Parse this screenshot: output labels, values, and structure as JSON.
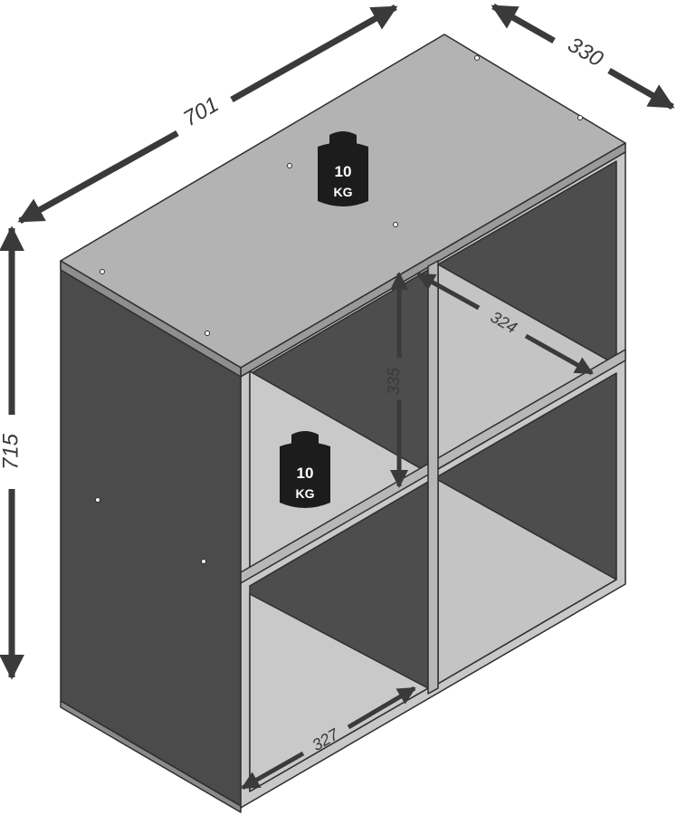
{
  "dimensions": {
    "width": "701",
    "depth": "330",
    "height": "715",
    "compartment_width_upper": "324",
    "compartment_height": "335",
    "compartment_width_lower": "327"
  },
  "load_labels": {
    "top": {
      "value": "10",
      "unit": "KG"
    },
    "shelf": {
      "value": "10",
      "unit": "KG"
    }
  },
  "colors": {
    "carcass_dark": "#4b4b4b",
    "top_panel": "#b3b3b3",
    "interior_back": "#4d4d4d",
    "shelf_surface": "#c4c4c4",
    "edge": "#2e2e2e",
    "arrow": "#3a3a3a",
    "weight": "#1c1c1c"
  },
  "icons": [
    "dimension-arrow",
    "weight-icon"
  ]
}
